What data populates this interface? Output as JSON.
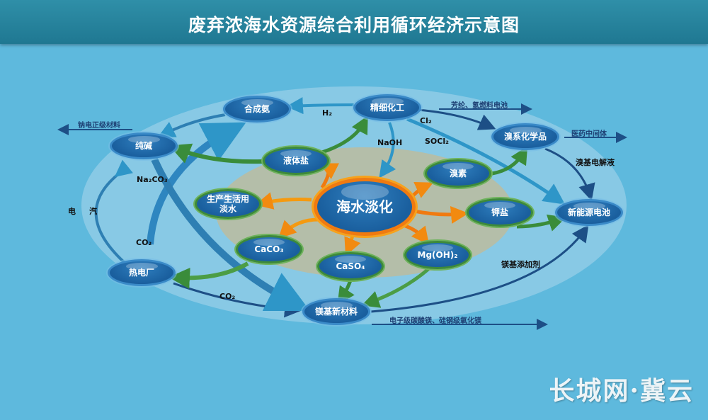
{
  "title": "废弃浓海水资源综合利用循环经济示意图",
  "nodes": {
    "center": "海水淡化",
    "synthetic_ammonia": "合成氨",
    "fine_chemical": "精细化工",
    "soda_ash": "纯碱",
    "liquid_salt": "液体盐",
    "bromine_chem": "溴系化学品",
    "bromine": "溴素",
    "fresh_water": "生产生活用淡水",
    "potash": "钾盐",
    "new_battery": "新能源电池",
    "caco3": "CaCO₃",
    "caso4": "CaSO₄",
    "mgoh2": "Mg(OH)₂",
    "power_plant": "热电厂",
    "mg_material": "镁基新材料"
  },
  "labels": {
    "h2": "H₂",
    "cl2": "Cl₂",
    "naoh": "NaOH",
    "socl2": "SOCl₂",
    "na2co3": "Na₂CO₃",
    "electricity": "电",
    "steam": "汽",
    "co2_a": "CO₂",
    "co2_b": "CO₂",
    "br_electrolyte": "溴基电解液",
    "mg_additive": "镁基添加剂"
  },
  "outputs": {
    "sodium_cathode": "钠电正级材料",
    "aramid": "芳纶、氢燃料电池",
    "pharma": "医药中间体",
    "mg_products": "电子级碳酸镁、硅钢级氧化镁"
  },
  "watermark": "长城网·冀云",
  "colors": {
    "background": "#5eb9dd",
    "node": "#1a5f9e",
    "green": "#3d8a3a",
    "orange": "#f07a10"
  }
}
